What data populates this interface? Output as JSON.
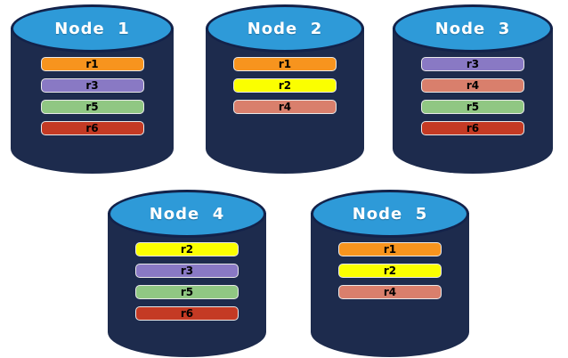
{
  "colors": {
    "background": "#FFFFFF",
    "cylinder_body": "#1D2B4D",
    "cylinder_top": "#2E9AD8",
    "cylinder_outline": "#13224A",
    "bar_border": "#E9E9E9",
    "bar_text": "#000000",
    "title_text": "#FFFFFF"
  },
  "replica_colors": {
    "r1": "#F7941E",
    "r2": "#FBFF00",
    "r3": "#8979C4",
    "r4": "#D97F6C",
    "r5": "#90C783",
    "r6": "#C43A24"
  },
  "nodes": [
    {
      "label": "Node  1",
      "replicas": [
        "r1",
        "r3",
        "r5",
        "r6"
      ]
    },
    {
      "label": "Node  2",
      "replicas": [
        "r1",
        "r2",
        "r4"
      ]
    },
    {
      "label": "Node  3",
      "replicas": [
        "r3",
        "r4",
        "r5",
        "r6"
      ]
    },
    {
      "label": "Node  4",
      "replicas": [
        "r2",
        "r3",
        "r5",
        "r6"
      ]
    },
    {
      "label": "Node  5",
      "replicas": [
        "r1",
        "r2",
        "r4"
      ]
    }
  ]
}
